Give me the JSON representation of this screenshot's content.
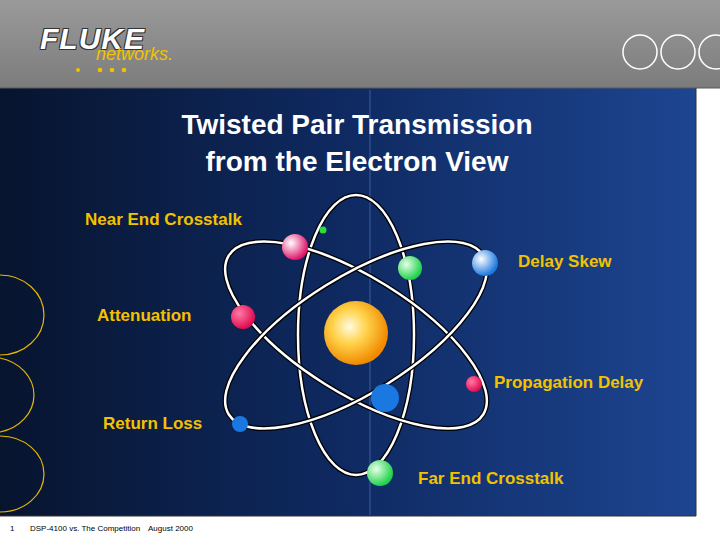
{
  "diagram": {
    "title": "Twisted Pair Transmission from the Electron View",
    "labels": [
      "FLUKE",
      "networks.",
      "Near End Crosstalk",
      "Delay Skew",
      "Attenuation",
      "Propagation Delay",
      "Return Loss",
      "Far End Crosstalk",
      "1",
      "DSP-4100 vs. The Competition",
      "August 2000"
    ]
  }
}
